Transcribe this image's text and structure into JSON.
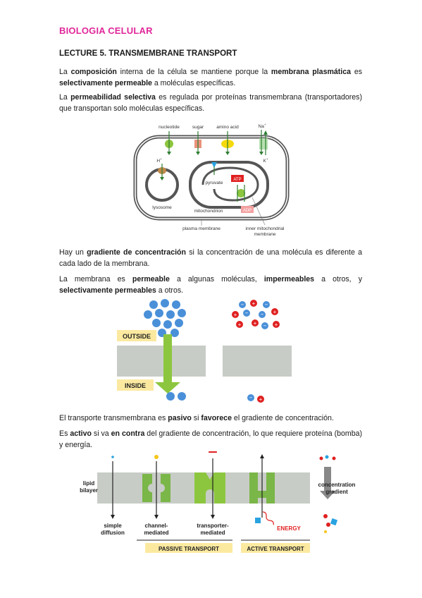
{
  "header": "BIOLOGIA CELULAR",
  "lecture_title": "LECTURE 5. TRANSMEMBRANE TRANSPORT",
  "p1": {
    "a": "La ",
    "b1": "composición",
    "c": " interna de la célula se mantiene porque la ",
    "b2": "membrana plasmática",
    "d": " es ",
    "b3": "selectivamente permeable",
    "e": " a moléculas específicas."
  },
  "p2": {
    "a": "La ",
    "b1": "permeabilidad selectiva",
    "c": " es regulada por proteínas transmembrana (transportadores) que transportan solo moléculas específicas."
  },
  "fig1": {
    "nucleotide": "nucleotide",
    "sugar": "sugar",
    "amino_acid": "amino acid",
    "na": "Na",
    "na_sup": "+",
    "k": "K",
    "k_sup": "+",
    "h": "H",
    "h_sup": "+",
    "pyruvate": "pyruvate",
    "atp": "ATP",
    "adp": "ADP",
    "lysosome": "lysosome",
    "mitochondrion": "mitochondrion",
    "plasma_membrane": "plasma membrane",
    "inner_mito_1": "inner mitochondrial",
    "inner_mito_2": "membrane"
  },
  "p3": {
    "a": "Hay un ",
    "b1": "gradiente de concentración",
    "c": " si la concentración de una molécula es diferente a cada lado de la membrana."
  },
  "p4": {
    "a": "La membrana es ",
    "b1": "permeable",
    "c": " a algunas moléculas, ",
    "b2": "impermeables",
    "d": " a otros, y ",
    "b3": "selectivamente permeables",
    "e": " a otros."
  },
  "fig2": {
    "outside": "OUTSIDE",
    "inside": "INSIDE",
    "plus": "+",
    "minus": "−"
  },
  "p5": {
    "a": "El transporte transmembrana es ",
    "b1": "pasivo",
    "c": " si ",
    "b2": "favorece",
    "d": " el gradiente de concentración."
  },
  "p6": {
    "a": "Es ",
    "b1": "activo",
    "c": " si va ",
    "b2": "en contra",
    "d": " del gradiente de concentración, lo que requiere proteína (bomba) y energía."
  },
  "fig3": {
    "lipid": "lipid",
    "bilayer": "bilayer",
    "simple_1": "simple",
    "simple_2": "diffusion",
    "channel_1": "channel-",
    "channel_2": "mediated",
    "transporter_1": "transporter-",
    "transporter_2": "mediated",
    "energy": "ENERGY",
    "conc_1": "concentration",
    "conc_2": "gradient",
    "passive": "PASSIVE TRANSPORT",
    "active": "ACTIVE TRANSPORT"
  },
  "colors": {
    "header": "#e0279a",
    "membrane": "#c8ccc6",
    "arrow_green": "#8cc63f",
    "molecule_blue": "#4a90d9",
    "ion_red": "#e02020",
    "label_yellow": "#fbe9a0",
    "energy_red": "#e02020"
  }
}
